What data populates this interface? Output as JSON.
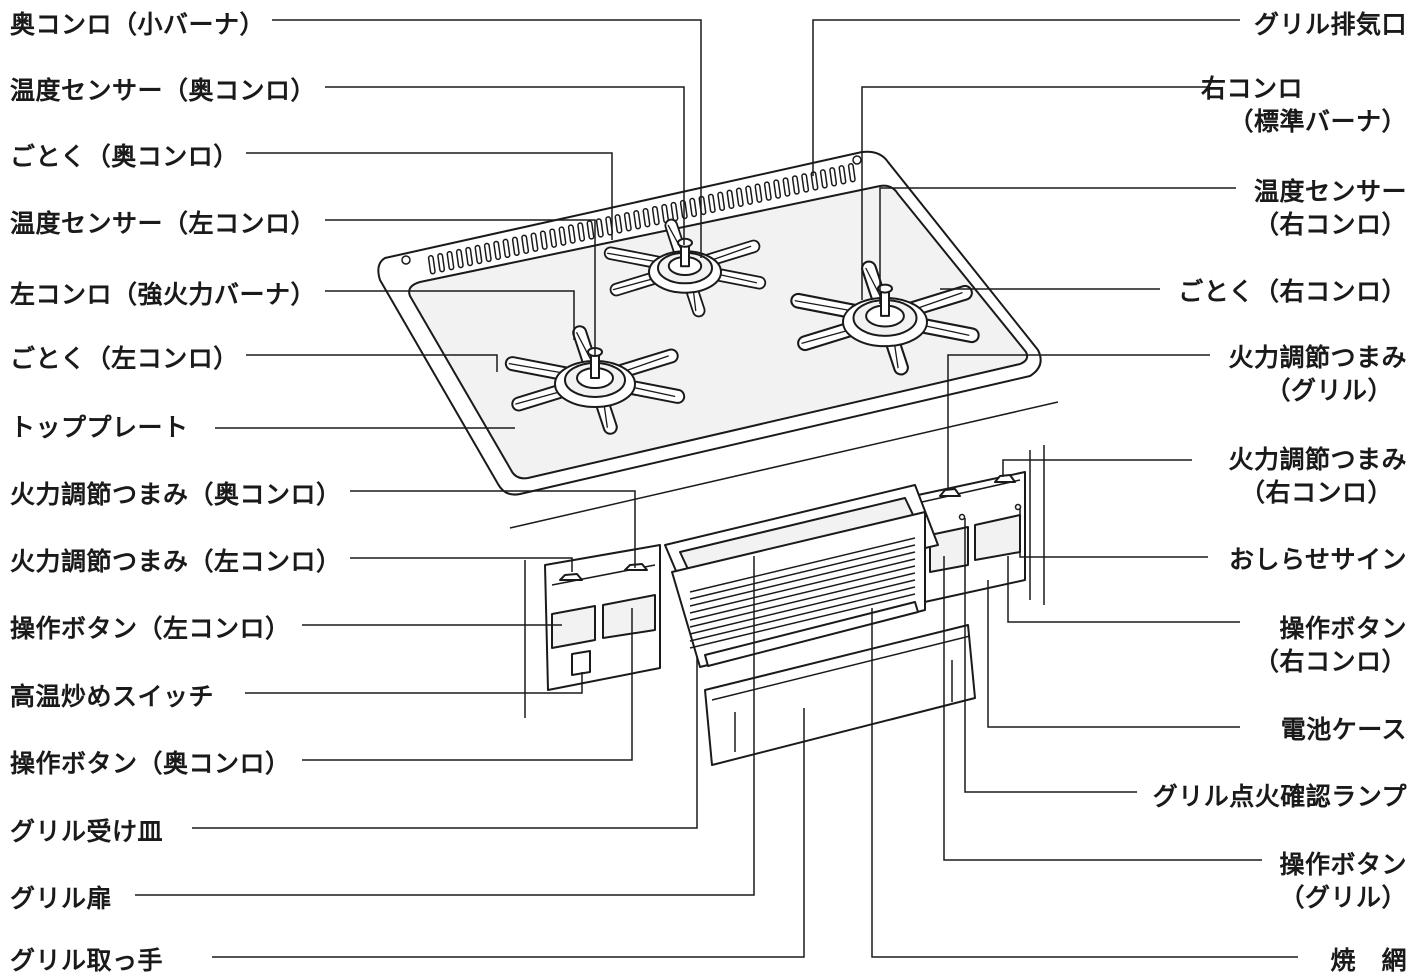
{
  "labels": {
    "left": [
      {
        "id": "oku-konro",
        "lines": [
          "奥コンロ（小バーナ）"
        ]
      },
      {
        "id": "sensor-oku",
        "lines": [
          "温度センサー（奥コンロ）"
        ]
      },
      {
        "id": "gotoku-oku",
        "lines": [
          "ごとく（奥コンロ）"
        ]
      },
      {
        "id": "sensor-hidari",
        "lines": [
          "温度センサー（左コンロ）"
        ]
      },
      {
        "id": "hidari-konro",
        "lines": [
          "左コンロ（強火力バーナ）"
        ]
      },
      {
        "id": "gotoku-hidari",
        "lines": [
          "ごとく（左コンロ）"
        ]
      },
      {
        "id": "top-plate",
        "lines": [
          "トッププレート"
        ]
      },
      {
        "id": "knob-oku",
        "lines": [
          "火力調節つまみ（奥コンロ）"
        ]
      },
      {
        "id": "knob-hidari",
        "lines": [
          "火力調節つまみ（左コンロ）"
        ]
      },
      {
        "id": "button-hidari",
        "lines": [
          "操作ボタン（左コンロ）"
        ]
      },
      {
        "id": "koon-switch",
        "lines": [
          "高温炒めスイッチ"
        ]
      },
      {
        "id": "button-oku",
        "lines": [
          "操作ボタン（奥コンロ）"
        ]
      },
      {
        "id": "grill-tray",
        "lines": [
          "グリル受け皿"
        ]
      },
      {
        "id": "grill-door",
        "lines": [
          "グリル扉"
        ]
      },
      {
        "id": "grill-handle",
        "lines": [
          "グリル取っ手"
        ]
      }
    ],
    "right": [
      {
        "id": "grill-exhaust",
        "lines": [
          "グリル排気口"
        ]
      },
      {
        "id": "migi-konro",
        "lines": [
          "右コンロ",
          "（標準バーナ）"
        ]
      },
      {
        "id": "sensor-migi",
        "lines": [
          "温度センサー",
          "（右コンロ）"
        ]
      },
      {
        "id": "gotoku-migi",
        "lines": [
          "ごとく（右コンロ）"
        ]
      },
      {
        "id": "knob-grill",
        "lines": [
          "火力調節つまみ",
          "（グリル）"
        ]
      },
      {
        "id": "knob-migi",
        "lines": [
          "火力調節つまみ",
          "（右コンロ）"
        ]
      },
      {
        "id": "oshirase-sign",
        "lines": [
          "おしらせサイン"
        ]
      },
      {
        "id": "button-migi",
        "lines": [
          "操作ボタン",
          "（右コンロ）"
        ]
      },
      {
        "id": "battery-case",
        "lines": [
          "電池ケース"
        ]
      },
      {
        "id": "grill-lamp",
        "lines": [
          "グリル点火確認ランプ"
        ]
      },
      {
        "id": "button-grill",
        "lines": [
          "操作ボタン",
          "（グリル）"
        ]
      },
      {
        "id": "yakiami",
        "lines": [
          "焼　網"
        ]
      }
    ]
  },
  "colors": {
    "ink": "#1a1a1a",
    "fill": "#ffffff",
    "shade": "#f2f2f2"
  }
}
